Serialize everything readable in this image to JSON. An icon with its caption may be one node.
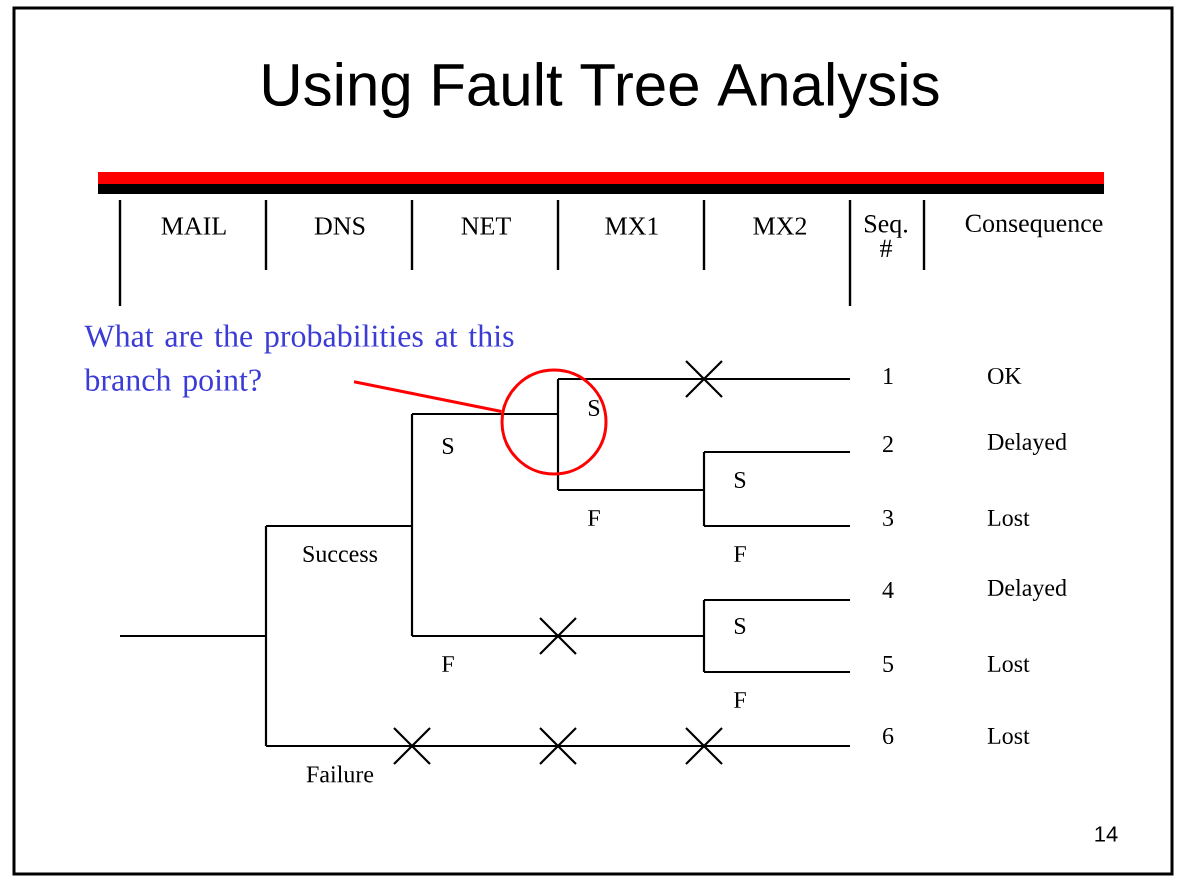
{
  "diagram": {
    "title": "Using Fault Tree Analysis",
    "nodes": [
      {
        "text": [
          "What are the probabilities at this branch point?"
        ]
      },
      {
        "text": [],
        "shape": "circle"
      }
    ],
    "edges": [
      {
        "from": 0,
        "to": 1,
        "arrow": "none",
        "color": "#ff0000"
      }
    ],
    "labels": [
      "MAIL",
      "DNS",
      "NET",
      "MX1",
      "MX2",
      "Seq. #",
      "Consequence",
      "1",
      "OK",
      "S",
      "S",
      "2",
      "Delayed",
      "S",
      "F",
      "3",
      "Lost",
      "Success",
      "F",
      "4",
      "Delayed",
      "S",
      "F",
      "5",
      "Lost",
      "F",
      "6",
      "Lost",
      "Failure",
      "14"
    ]
  }
}
